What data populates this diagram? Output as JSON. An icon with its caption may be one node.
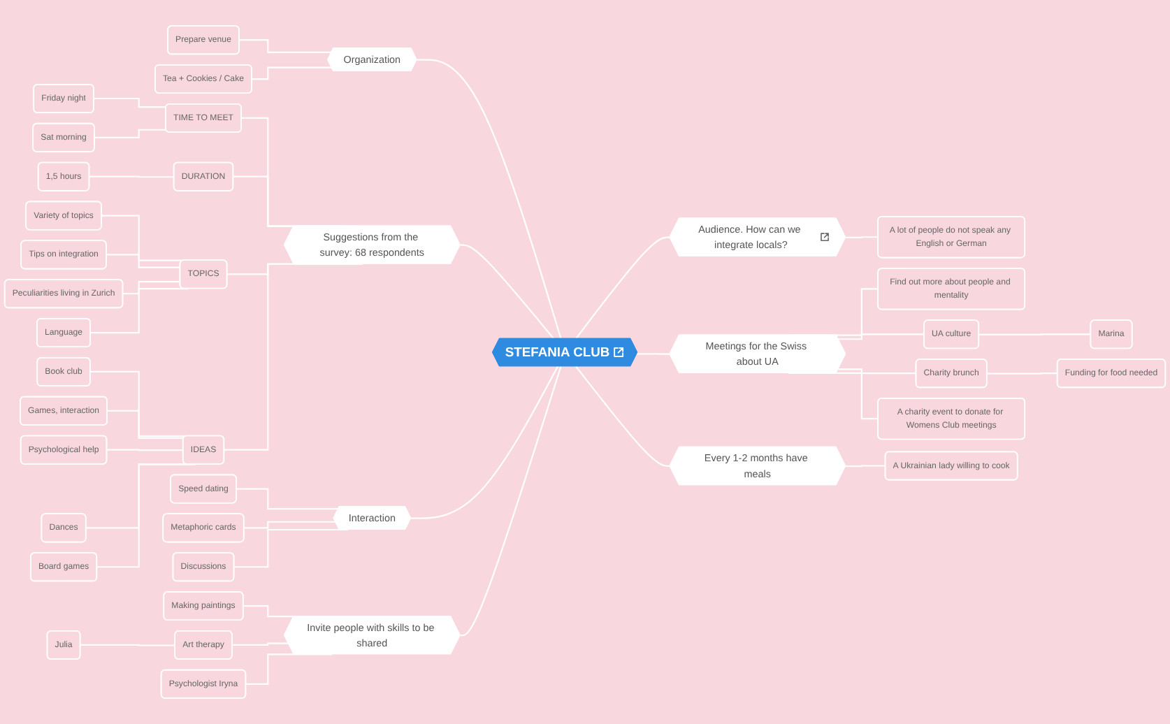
{
  "diagram": {
    "nodes": [
      {
        "text": [
          "STEFANIA CLUB"
        ]
      },
      {
        "text": [
          "Organization"
        ]
      },
      {
        "text": [
          "Prepare venue"
        ]
      },
      {
        "text": [
          "Tea + Cookies / Cake"
        ]
      },
      {
        "text": [
          "Suggestions from the survey: 68 respondents"
        ]
      },
      {
        "text": [
          "TIME TO MEET"
        ]
      },
      {
        "text": [
          "Friday night"
        ]
      },
      {
        "text": [
          "Sat morning"
        ]
      },
      {
        "text": [
          "DURATION"
        ]
      },
      {
        "text": [
          "1,5 hours"
        ]
      },
      {
        "text": [
          "TOPICS"
        ]
      },
      {
        "text": [
          "Variety of topics"
        ]
      },
      {
        "text": [
          "Tips on integration"
        ]
      },
      {
        "text": [
          "Peculiarities living in Zurich"
        ]
      },
      {
        "text": [
          "Language"
        ]
      },
      {
        "text": [
          "IDEAS"
        ]
      },
      {
        "text": [
          "Book club"
        ]
      },
      {
        "text": [
          "Games, interaction"
        ]
      },
      {
        "text": [
          "Psychological help"
        ]
      },
      {
        "text": [
          "Dances"
        ]
      },
      {
        "text": [
          "Board games"
        ]
      },
      {
        "text": [
          "Interaction"
        ]
      },
      {
        "text": [
          "Speed dating"
        ]
      },
      {
        "text": [
          "Metaphoric cards"
        ]
      },
      {
        "text": [
          "Discussions"
        ]
      },
      {
        "text": [
          "Invite people with skills to be shared"
        ]
      },
      {
        "text": [
          "Making paintings"
        ]
      },
      {
        "text": [
          "Art therapy"
        ]
      },
      {
        "text": [
          "Julia"
        ]
      },
      {
        "text": [
          "Psychologist Iryna"
        ]
      },
      {
        "text": [
          "Audience. How can we integrate locals?"
        ]
      },
      {
        "text": [
          "A lot of people do not speak any English or German"
        ]
      },
      {
        "text": [
          "Meetings for the Swiss about UA"
        ]
      },
      {
        "text": [
          "Find out more about people and mentality"
        ]
      },
      {
        "text": [
          "UA culture"
        ]
      },
      {
        "text": [
          "Marina"
        ]
      },
      {
        "text": [
          "Charity brunch"
        ]
      },
      {
        "text": [
          "Funding for food needed"
        ]
      },
      {
        "text": [
          "A charity event to donate for Womens Club meetings"
        ]
      },
      {
        "text": [
          "Every 1-2 months have meals"
        ]
      },
      {
        "text": [
          "A Ukrainian lady willing to cook"
        ]
      }
    ],
    "edges": [
      {
        "from": 1,
        "to": 0,
        "arrow": "none"
      },
      {
        "from": 2,
        "to": 1,
        "arrow": "none"
      },
      {
        "from": 3,
        "to": 1,
        "arrow": "none"
      },
      {
        "from": 4,
        "to": 0,
        "arrow": "none"
      },
      {
        "from": 5,
        "to": 4,
        "arrow": "none"
      },
      {
        "from": 6,
        "to": 5,
        "arrow": "none"
      },
      {
        "from": 7,
        "to": 5,
        "arrow": "none"
      },
      {
        "from": 8,
        "to": 4,
        "arrow": "none"
      },
      {
        "from": 9,
        "to": 8,
        "arrow": "none"
      },
      {
        "from": 10,
        "to": 4,
        "arrow": "none"
      },
      {
        "from": 11,
        "to": 10,
        "arrow": "none"
      },
      {
        "from": 12,
        "to": 10,
        "arrow": "none"
      },
      {
        "from": 13,
        "to": 10,
        "arrow": "none"
      },
      {
        "from": 14,
        "to": 10,
        "arrow": "none"
      },
      {
        "from": 15,
        "to": 4,
        "arrow": "none"
      },
      {
        "from": 16,
        "to": 15,
        "arrow": "none"
      },
      {
        "from": 17,
        "to": 15,
        "arrow": "none"
      },
      {
        "from": 18,
        "to": 15,
        "arrow": "none"
      },
      {
        "from": 19,
        "to": 15,
        "arrow": "none"
      },
      {
        "from": 20,
        "to": 15,
        "arrow": "none"
      },
      {
        "from": 21,
        "to": 0,
        "arrow": "none"
      },
      {
        "from": 22,
        "to": 21,
        "arrow": "none"
      },
      {
        "from": 23,
        "to": 21,
        "arrow": "none"
      },
      {
        "from": 24,
        "to": 21,
        "arrow": "none"
      },
      {
        "from": 25,
        "to": 0,
        "arrow": "none"
      },
      {
        "from": 26,
        "to": 25,
        "arrow": "none"
      },
      {
        "from": 27,
        "to": 25,
        "arrow": "none"
      },
      {
        "from": 28,
        "to": 27,
        "arrow": "none"
      },
      {
        "from": 29,
        "to": 25,
        "arrow": "none"
      },
      {
        "from": 0,
        "to": 30,
        "arrow": "none"
      },
      {
        "from": 30,
        "to": 31,
        "arrow": "none"
      },
      {
        "from": 0,
        "to": 32,
        "arrow": "none"
      },
      {
        "from": 32,
        "to": 33,
        "arrow": "none"
      },
      {
        "from": 32,
        "to": 34,
        "arrow": "none"
      },
      {
        "from": 34,
        "to": 35,
        "arrow": "none"
      },
      {
        "from": 32,
        "to": 36,
        "arrow": "none"
      },
      {
        "from": 36,
        "to": 37,
        "arrow": "none"
      },
      {
        "from": 32,
        "to": 38,
        "arrow": "none"
      },
      {
        "from": 0,
        "to": 39,
        "arrow": "none"
      },
      {
        "from": 39,
        "to": 40,
        "arrow": "none"
      }
    ]
  }
}
